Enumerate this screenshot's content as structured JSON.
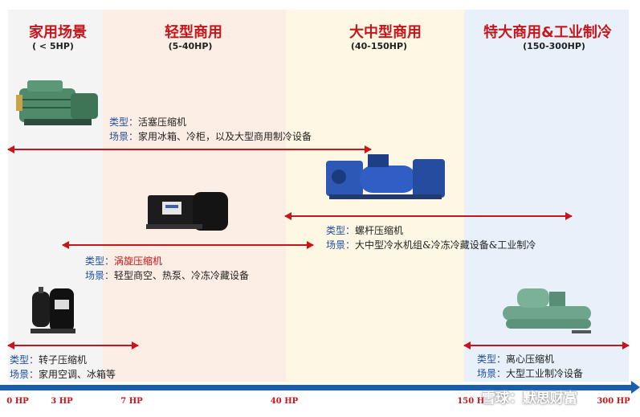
{
  "segments": [
    {
      "title": "家用场景",
      "range": "( < 5HP)"
    },
    {
      "title": "轻型商用",
      "range": "(5-40HP)"
    },
    {
      "title": "大中型商用",
      "range": "(40-150HP)"
    },
    {
      "title": "特大商用&工业制冷",
      "range": "(150-300HP)"
    }
  ],
  "compressors": [
    {
      "type_key": "类型：",
      "type": "活塞压缩机",
      "scene_key": "场景：",
      "scene": "家用冰箱、冷柜，以及大型商用制冷设备"
    },
    {
      "type_key": "类型：",
      "type": "螺杆压缩机",
      "scene_key": "场景：",
      "scene": "大中型冷水机组&冷冻冷藏设备&工业制冷"
    },
    {
      "type_key": "类型：",
      "type": "涡旋压缩机",
      "scene_key": "场景：",
      "scene": "轻型商空、热泵、冷冻冷藏设备"
    },
    {
      "type_key": "类型：",
      "type": "转子压缩机",
      "scene_key": "场景：",
      "scene": "家用空调、冰箱等"
    },
    {
      "type_key": "类型：",
      "type": "离心压缩机",
      "scene_key": "场景：",
      "scene": "大型工业制冷设备"
    }
  ],
  "axis_ticks": [
    "0 HP",
    "3 HP",
    "7 HP",
    "40 HP",
    "150 HP",
    "300 HP"
  ],
  "watermark": "雪球：默思财富",
  "colors": {
    "accent_red": "#c8151b",
    "axis_blue": "#1a5fae",
    "label_blue": "#1f4e9d"
  }
}
